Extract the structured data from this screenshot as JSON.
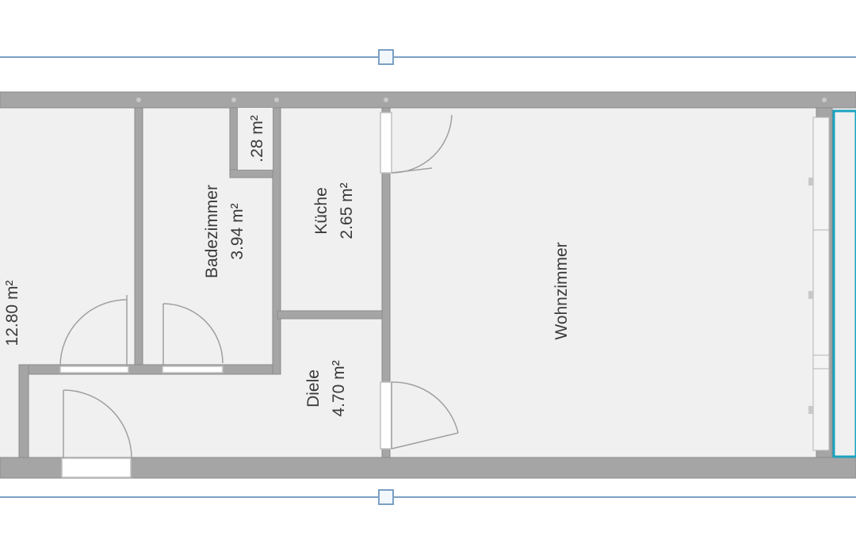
{
  "floorplan": {
    "rooms": [
      {
        "id": "room-left",
        "name": "",
        "area": "12.80 m²"
      },
      {
        "id": "room-bad",
        "name": "Badezimmer",
        "area": "3.94 m²"
      },
      {
        "id": "room-abstell",
        "name": "",
        "area": ".28 m²"
      },
      {
        "id": "room-kueche",
        "name": "Küche",
        "area": "2.65 m²"
      },
      {
        "id": "room-wohn",
        "name": "Wohnzimmer",
        "area": ""
      },
      {
        "id": "room-diele",
        "name": "Diele",
        "area": "4.70 m²"
      }
    ]
  },
  "colors": {
    "wall": "#a5a5a5",
    "wall_edge": "#8a8a8a",
    "floor": "#f0f0f0",
    "selection": "#7aa0c4",
    "window_frame": "#1ba3c0",
    "door_arc": "#a0a0a0"
  }
}
